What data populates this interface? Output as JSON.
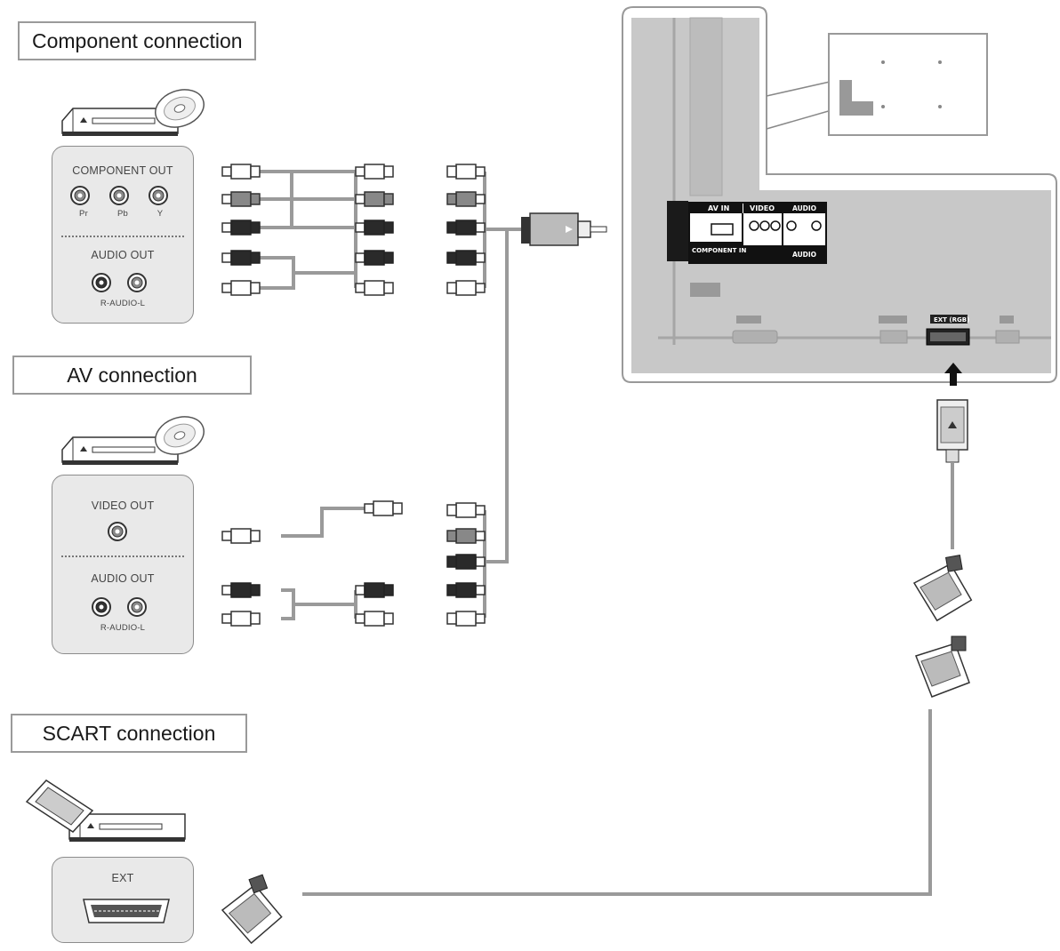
{
  "sections": {
    "component": {
      "title": "Component connection",
      "panel_header": "COMPONENT OUT",
      "jack_labels": [
        "Pr",
        "Pb",
        "Y"
      ],
      "audio_header": "AUDIO OUT",
      "audio_labels": "R-AUDIO-L"
    },
    "av": {
      "title": "AV connection",
      "video_header": "VIDEO OUT",
      "audio_header": "AUDIO OUT",
      "audio_labels": "R-AUDIO-L"
    },
    "scart": {
      "title": "SCART connection",
      "panel_header": "EXT"
    }
  },
  "tv_panel": {
    "av_in": "AV IN",
    "video": "VIDEO",
    "audio": "AUDIO",
    "component_in": "COMPONENT IN",
    "ext_rgb": "EXT (RGB)"
  },
  "colors": {
    "cable": "#9a9a9a",
    "panel_bg": "#e9e9e9",
    "tv_bg": "#c8c8c8",
    "dark": "#222222"
  }
}
